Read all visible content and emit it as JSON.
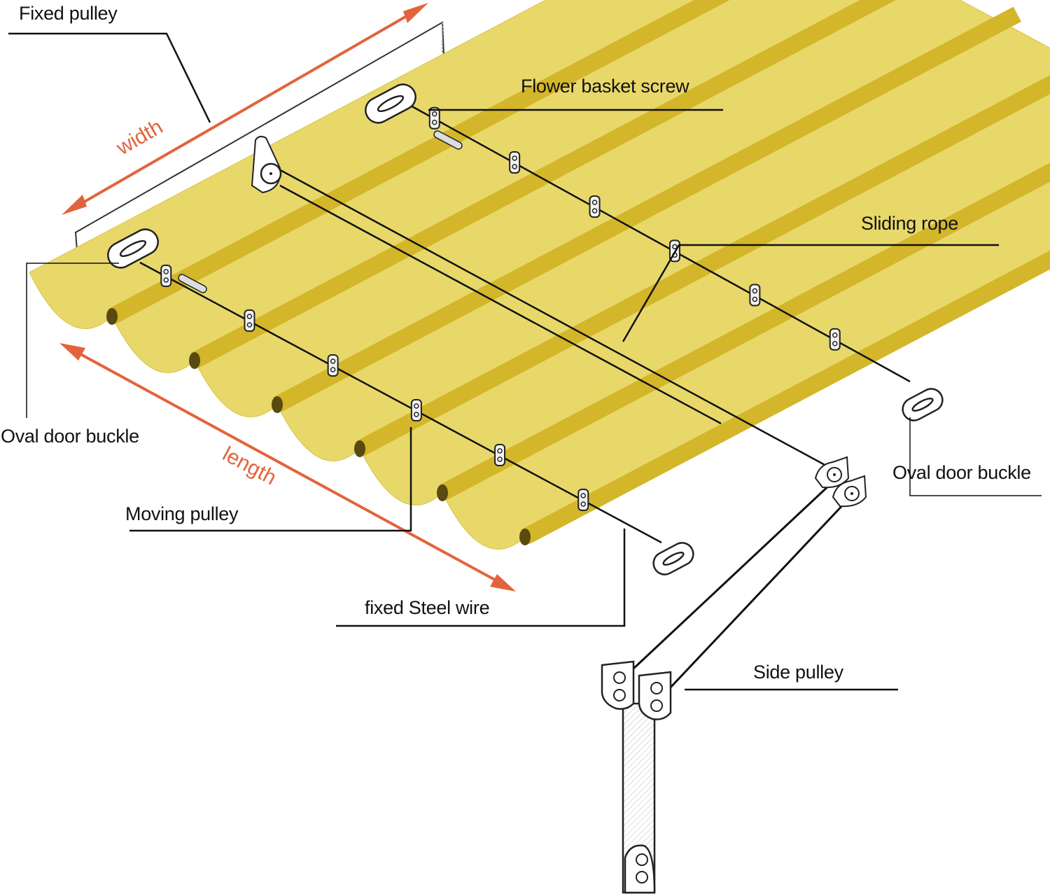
{
  "title": "Retractable wave shade sail awning — parts diagram",
  "colors": {
    "fabric": "#E8D86A",
    "fabric_shadow": "#D9C24A",
    "rod": "#D4B62A",
    "rod_end": "#5A4A10",
    "dimension_arrow": "#E2643C",
    "leader_line": "#111111",
    "hardware_outline": "#222222"
  },
  "labels": {
    "fixed_pulley": "Fixed pulley",
    "flower_basket_screw": "Flower basket screw",
    "sliding_rope": "Sliding rope",
    "oval_door_buckle_left": "Oval door buckle",
    "oval_door_buckle_right": "Oval door buckle",
    "moving_pulley": "Moving pulley",
    "fixed_steel_wire": "fixed Steel wire",
    "side_pulley": "Side pulley"
  },
  "dimensions": {
    "width": "width",
    "length": "length"
  },
  "icons": {
    "fixed_pulley": "fixed-pulley-icon",
    "oval_door_buckle": "oval-door-buckle-icon",
    "moving_pulley": "moving-pulley-icon",
    "side_pulley": "side-pulley-icon",
    "flower_basket_screw": "turnbuckle-icon"
  },
  "counts": {
    "fabric_waves": 6,
    "moving_pulleys_per_wire": 6
  }
}
